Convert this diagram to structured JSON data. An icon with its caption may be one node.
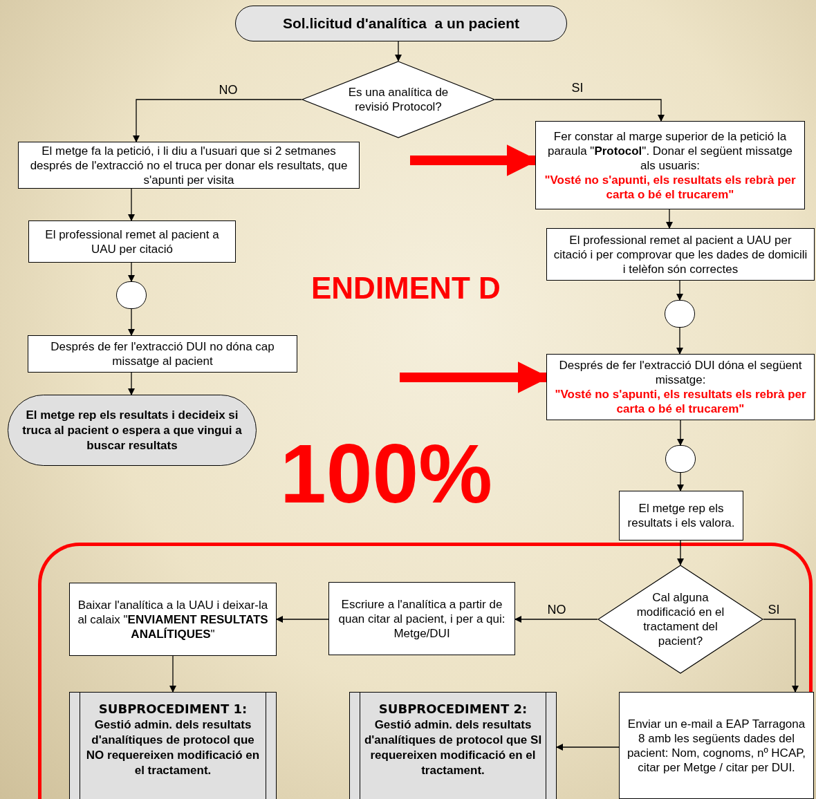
{
  "diagram": {
    "nodes": [
      {
        "text": [
          "Sol.licitud d'analítica  a un pacient"
        ]
      },
      {
        "text": [
          "Es una analítica de revisió Protocol?"
        ]
      },
      {
        "text": [
          "El metge fa la petició, i li diu a l'usuari que si 2 setmanes després de l'extracció no el truca per donar els resultats, que s'apunti per visita"
        ]
      },
      {
        "text": [
          "Fer constar al marge superior de la petició la paraula \"**Protocol**\". Donar el següent missatge als usuaris:",
          "\"Vosté no s'apunti, els resultats els rebrà per carta o bé el trucarem\""
        ]
      },
      {
        "text": [
          "El professional remet al pacient a UAU per citació"
        ]
      },
      {
        "text": [
          "El professional remet al pacient a UAU per citació i per comprovar que les dades de domicili i telèfon són correctes"
        ]
      },
      {
        "text": [],
        "shape": "circle"
      },
      {
        "text": [],
        "shape": "circle"
      },
      {
        "text": [
          "Després de fer l'extracció DUI no dóna cap missatge al pacient"
        ]
      },
      {
        "text": [
          "Després de fer l'extracció DUI dóna el següent missatge:",
          "\"Vosté no s'apunti, els resultats els rebrà per carta o bé el trucarem\""
        ]
      },
      {
        "text": [
          "El metge rep els resultats i decideix si truca al pacient o espera a que vingui a buscar resultats"
        ]
      },
      {
        "text": [],
        "shape": "circle"
      },
      {
        "text": [
          "El metge rep els resultats i els valora."
        ]
      },
      {
        "text": [
          "Cal alguna modificació en el tractament del pacient?"
        ]
      },
      {
        "text": [
          "Escriure a l'analítica a partir de quan citar al pacient, i per a qui: Metge/DUI"
        ]
      },
      {
        "text": [
          "Baixar l'analítica a la UAU i deixar-la al calaix \"**ENVIAMENT RESULTATS ANALÍTIQUES**\""
        ]
      },
      {
        "text": [
          "SUBPROCEDIMENT 1:",
          "Gestió admin. dels resultats d'analítiques de protocol que **NO** requereixen modificació en el tractament."
        ]
      },
      {
        "text": [
          "SUBPROCEDIMENT 2:",
          "Gestió admin. dels resultats d'analítiques de protocol que **SI** requereixen modificació en el tractament."
        ]
      },
      {
        "text": [
          "Enviar un e-mail a EAP Tarragona 8 amb les següents dades del pacient: Nom, cognoms, nº HCAP, citar per Metge / citar per DUI."
        ]
      }
    ],
    "edges": [
      {
        "from": 0,
        "to": 1,
        "arrow": "to"
      },
      {
        "from": 1,
        "to": 2,
        "arrow": "to",
        "label": "NO"
      },
      {
        "from": 1,
        "to": 3,
        "arrow": "to",
        "label": "SI"
      },
      {
        "from": 2,
        "to": 4,
        "arrow": "to"
      },
      {
        "from": 3,
        "to": 5,
        "arrow": "to"
      },
      {
        "from": 4,
        "to": 6,
        "arrow": "to"
      },
      {
        "from": 6,
        "to": 8,
        "arrow": "to"
      },
      {
        "from": 5,
        "to": 7,
        "arrow": "to"
      },
      {
        "from": 7,
        "to": 9,
        "arrow": "to"
      },
      {
        "from": 8,
        "to": 10,
        "arrow": "to"
      },
      {
        "from": 9,
        "to": 11,
        "arrow": "to"
      },
      {
        "from": 11,
        "to": 12,
        "arrow": "to"
      },
      {
        "from": 12,
        "to": 13,
        "arrow": "to"
      },
      {
        "from": 13,
        "to": 14,
        "arrow": "to",
        "label": "NO"
      },
      {
        "from": 14,
        "to": 15,
        "arrow": "to"
      },
      {
        "from": 15,
        "to": 16,
        "arrow": "to"
      },
      {
        "from": 13,
        "to": 18,
        "arrow": "to",
        "label": "SI"
      },
      {
        "from": 18,
        "to": 17,
        "arrow": "to"
      },
      {
        "from": null,
        "to": 3,
        "arrow": "to",
        "style": "thick",
        "color": "#ff0000"
      },
      {
        "from": null,
        "to": 9,
        "arrow": "to",
        "style": "thick",
        "color": "#ff0000"
      }
    ],
    "labels": [
      "ENDIMENT D",
      "100%"
    ]
  }
}
